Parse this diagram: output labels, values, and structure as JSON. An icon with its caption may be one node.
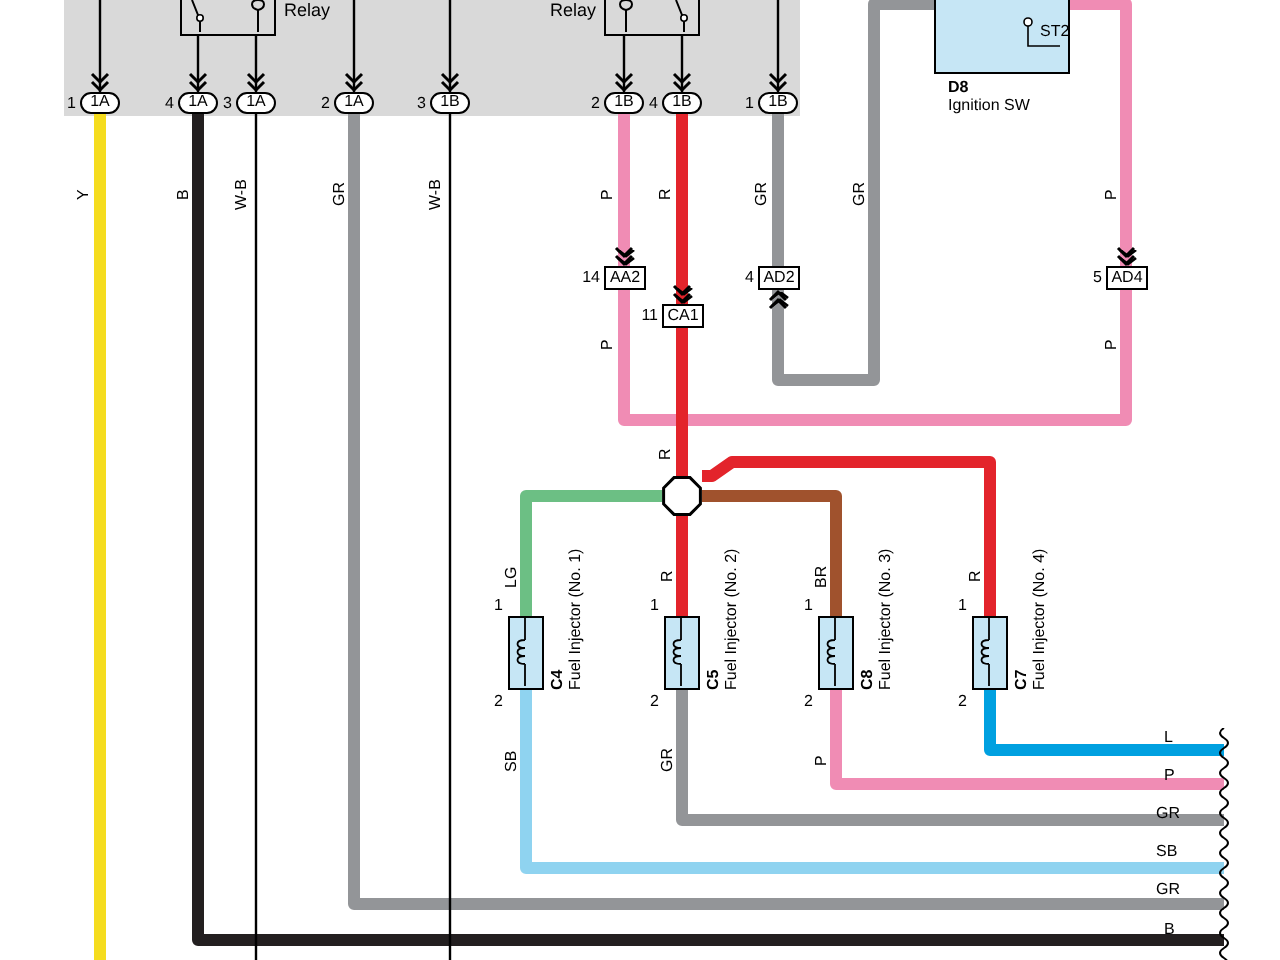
{
  "diagram": {
    "nodes": [
      {
        "text": [],
        "shape": "box"
      },
      {
        "text": [
          "Relay"
        ],
        "in": 0
      },
      {
        "text": [
          "Relay"
        ],
        "in": 0
      },
      {
        "text": [
          "ST2",
          "D8",
          "Ignition SW"
        ]
      },
      {
        "text": [
          "1A"
        ],
        "beside": [
          "1"
        ],
        "in": 0
      },
      {
        "text": [
          "1A"
        ],
        "beside": [
          "4"
        ],
        "in": 0
      },
      {
        "text": [
          "1A"
        ],
        "beside": [
          "3"
        ],
        "in": 0
      },
      {
        "text": [
          "1A"
        ],
        "beside": [
          "2"
        ],
        "in": 0
      },
      {
        "text": [
          "1B"
        ],
        "beside": [
          "3"
        ],
        "in": 0
      },
      {
        "text": [
          "1B"
        ],
        "beside": [
          "2"
        ],
        "in": 0
      },
      {
        "text": [
          "1B"
        ],
        "beside": [
          "4"
        ],
        "in": 0
      },
      {
        "text": [
          "1B"
        ],
        "beside": [
          "1"
        ],
        "in": 0
      },
      {
        "text": [
          "AA2"
        ],
        "beside": [
          "14"
        ]
      },
      {
        "text": [
          "CA1"
        ],
        "beside": [
          "11"
        ]
      },
      {
        "text": [
          "AD2"
        ],
        "beside": [
          "4"
        ]
      },
      {
        "text": [
          "AD4"
        ],
        "beside": [
          "5"
        ]
      },
      {
        "text": [],
        "shape": "octagon"
      },
      {
        "text": [
          "C4",
          "Fuel Injector (No. 1)"
        ],
        "beside": [
          "1",
          "2"
        ]
      },
      {
        "text": [
          "C5",
          "Fuel Injector (No. 2)"
        ],
        "beside": [
          "1",
          "2"
        ]
      },
      {
        "text": [
          "C8",
          "Fuel Injector (No. 3)"
        ],
        "beside": [
          "1",
          "2"
        ]
      },
      {
        "text": [
          "C7",
          "Fuel Injector (No. 4)"
        ],
        "beside": [
          "1",
          "2"
        ]
      }
    ],
    "edges": [
      {
        "from": null,
        "to": 4,
        "arrow": "to"
      },
      {
        "from": 1,
        "to": 5,
        "arrow": "to"
      },
      {
        "from": 1,
        "to": 6,
        "arrow": "to"
      },
      {
        "from": null,
        "to": 7,
        "arrow": "to"
      },
      {
        "from": null,
        "to": 8,
        "arrow": "to"
      },
      {
        "from": 2,
        "to": 9,
        "arrow": "to"
      },
      {
        "from": 2,
        "to": 10,
        "arrow": "to"
      },
      {
        "from": null,
        "to": 11,
        "arrow": "to"
      },
      {
        "from": 4,
        "to": null,
        "arrow": "none",
        "label": "Y",
        "color": "#f5dc1e"
      },
      {
        "from": 5,
        "to": null,
        "arrow": "none",
        "label": "B",
        "color": "#231f20"
      },
      {
        "from": 6,
        "to": null,
        "arrow": "none",
        "label": "W-B",
        "color": "#ffffff"
      },
      {
        "from": 7,
        "to": null,
        "arrow": "none",
        "label": "GR",
        "color": "#939598"
      },
      {
        "from": 8,
        "to": null,
        "arrow": "none",
        "label": "W-B",
        "color": "#ffffff"
      },
      {
        "from": 9,
        "to": 12,
        "arrow": "to",
        "label": "P",
        "color": "#f08cb4"
      },
      {
        "from": 12,
        "to": 15,
        "arrow": "none",
        "label": "P",
        "color": "#f08cb4"
      },
      {
        "from": 3,
        "to": 15,
        "arrow": "to",
        "label": "P",
        "color": "#f08cb4"
      },
      {
        "from": 10,
        "to": 13,
        "arrow": "to",
        "label": "R",
        "color": "#e3242b"
      },
      {
        "from": 13,
        "to": 16,
        "arrow": "none",
        "label": "R",
        "color": "#e3242b"
      },
      {
        "from": 11,
        "to": 14,
        "arrow": "none",
        "label": "GR",
        "color": "#939598"
      },
      {
        "from": 3,
        "to": 14,
        "arrow": "to",
        "label": "GR",
        "color": "#939598"
      },
      {
        "from": 16,
        "to": 17,
        "arrow": "none",
        "label": "LG",
        "color": "#6cbf84"
      },
      {
        "from": 16,
        "to": 18,
        "arrow": "none",
        "label": "R",
        "color": "#e3242b"
      },
      {
        "from": 16,
        "to": 19,
        "arrow": "none",
        "label": "BR",
        "color": "#a0522d"
      },
      {
        "from": 16,
        "to": 20,
        "arrow": "none",
        "label": "R",
        "color": "#e3242b"
      },
      {
        "from": 17,
        "to": null,
        "arrow": "none",
        "label": "SB",
        "color": "#8fd3f0"
      },
      {
        "from": 18,
        "to": null,
        "arrow": "none",
        "label": "GR",
        "color": "#939598"
      },
      {
        "from": 19,
        "to": null,
        "arrow": "none",
        "label": "P",
        "color": "#f08cb4"
      },
      {
        "from": 20,
        "to": null,
        "arrow": "none",
        "color": "#00a0e0"
      }
    ],
    "labels": [
      "P",
      "L",
      "P",
      "GR",
      "SB",
      "GR",
      "B"
    ]
  }
}
